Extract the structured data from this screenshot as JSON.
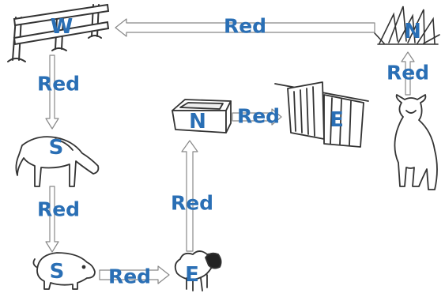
{
  "colors": {
    "label": "#2a6fb5",
    "ink": "#333333",
    "arrow_stroke": "#888888",
    "arrow_fill": "#ffffff"
  },
  "nodes": [
    {
      "id": "fence",
      "picture": "fence",
      "label": "W"
    },
    {
      "id": "grass",
      "picture": "grass",
      "label": "N"
    },
    {
      "id": "horse",
      "picture": "horse",
      "label": "S"
    },
    {
      "id": "cow",
      "picture": "cow",
      "label": ""
    },
    {
      "id": "trough",
      "picture": "trough",
      "label": "N"
    },
    {
      "id": "shed",
      "picture": "shed",
      "label": "E"
    },
    {
      "id": "pig",
      "picture": "pig",
      "label": "S"
    },
    {
      "id": "sheep",
      "picture": "sheep",
      "label": "E"
    }
  ],
  "edges": [
    {
      "id": "grass-to-fence",
      "from": "grass",
      "to": "fence",
      "label": "Red"
    },
    {
      "id": "fence-to-horse",
      "from": "fence",
      "to": "horse",
      "label": "Red"
    },
    {
      "id": "cow-to-grass",
      "from": "cow",
      "to": "grass",
      "label": "Red"
    },
    {
      "id": "trough-to-shed",
      "from": "trough",
      "to": "shed",
      "label": "Red"
    },
    {
      "id": "horse-to-pig",
      "from": "horse",
      "to": "pig",
      "label": "Red"
    },
    {
      "id": "sheep-to-trough",
      "from": "sheep",
      "to": "trough",
      "label": "Red"
    },
    {
      "id": "pig-to-sheep",
      "from": "pig",
      "to": "sheep",
      "label": "Red"
    }
  ]
}
